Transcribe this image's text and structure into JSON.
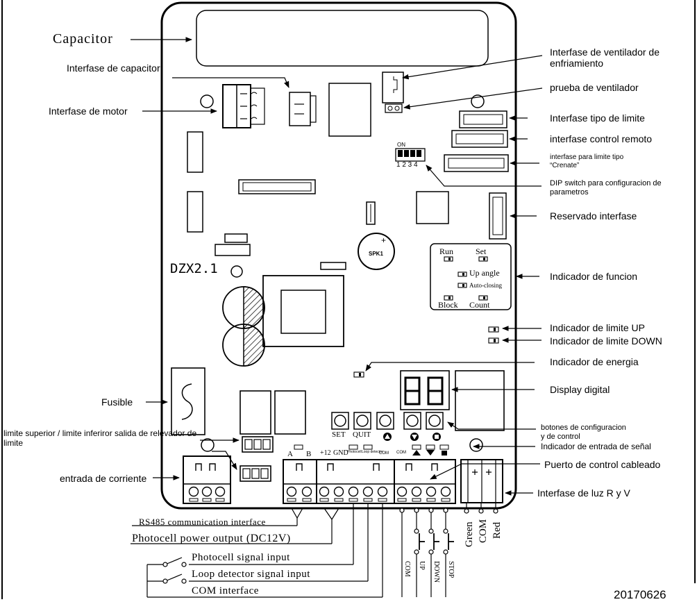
{
  "board": {
    "model": "DZX2.1",
    "speaker": "SPK1",
    "dip_on": "ON",
    "dip_numbers": "1 2 3 4",
    "indicator_labels": {
      "run": "Run",
      "set": "Set",
      "up_angle": "Up angle",
      "auto_closing": "Auto-closing",
      "block": "Block",
      "count": "Count"
    },
    "terminal_labels": {
      "a": "A",
      "b": "B",
      "plus12": "+12",
      "gnd": "GND",
      "photocell": "Photocell",
      "loop_detector": "Loop detector",
      "com_small": "COM",
      "com2": "COM"
    },
    "buttons": {
      "set": "SET",
      "quit": "QUIT"
    }
  },
  "labels": {
    "capacitor": "Capacitor",
    "interfase_capacitor": "Interfase de capacitor",
    "interfase_motor": "Interfase de motor",
    "ventilador": "Interfase de ventilador de enfriamiento",
    "prueba_ventilador": "prueba de ventilador",
    "tipo_limite": "Interfase tipo de limite",
    "control_remoto": "interfase control remoto",
    "limite_crenate": "interfase para limite tipo “Crenate”",
    "dip_switch": "DIP switch para configuracion de parametros",
    "reservado": "Reservado interfase",
    "indicador_funcion": "Indicador de funcion",
    "limite_up": "Indicador de limite UP",
    "limite_down": "Indicador de limite DOWN",
    "energia": "Indicador de energia",
    "display": "Display digital",
    "fusible": "Fusible",
    "rele_limite": "limite superior / limite inferiror salida de relevador de limite",
    "botones": "botones de configuracion y de control",
    "entrada_senal": "Indicador de entrada de señal",
    "entrada_corriente": "entrada de corriente",
    "puerto_cableado": "Puerto de control cableado",
    "luz_ryv": "Interfase de luz R y V"
  },
  "bottom_labels": {
    "rs485": "RS485 communication interface",
    "photocell_power": "Photocell power output (DC12V)",
    "photocell_signal": "Photocell signal input",
    "loop_signal": "Loop detector signal input",
    "com_interface": "COM interface",
    "com": "COM",
    "up": "UP",
    "down": "DOWN",
    "stop": "STOP",
    "green": "Green",
    "com_light": "COM",
    "red": "Red"
  },
  "date_code": "20170626"
}
